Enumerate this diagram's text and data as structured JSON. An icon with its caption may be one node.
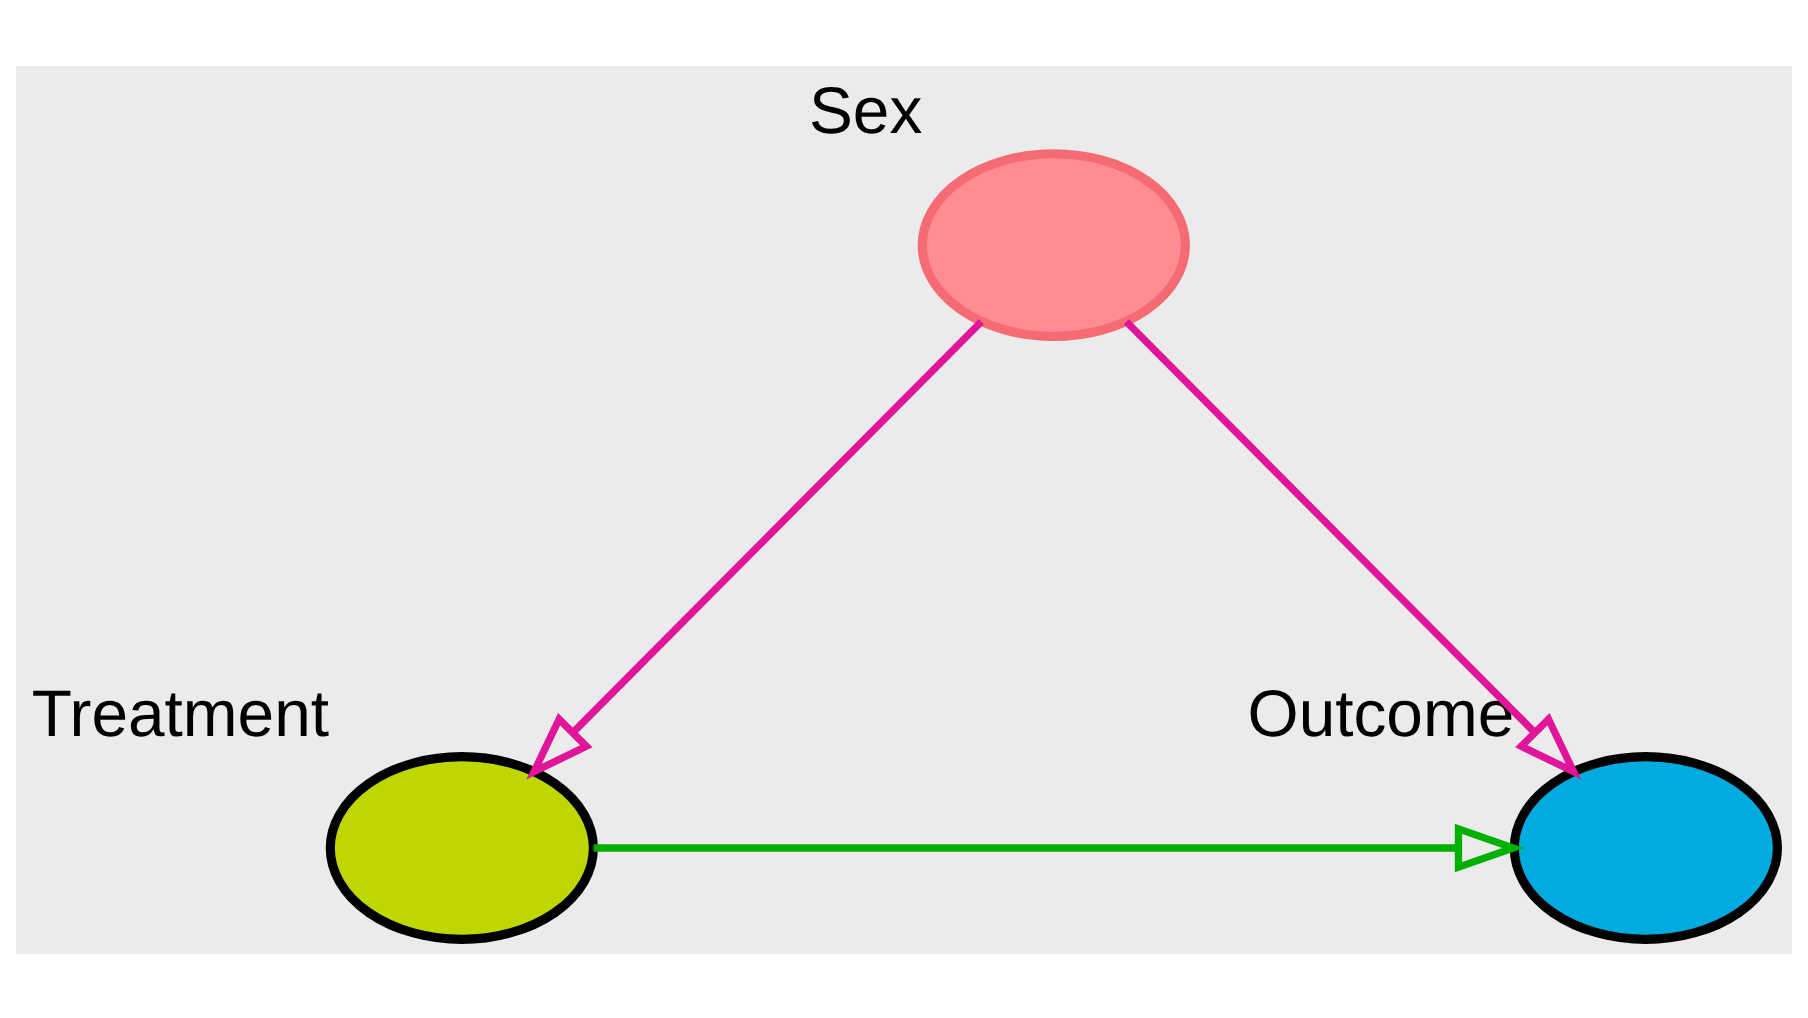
{
  "diagram": {
    "nodes": [
      {
        "text": [
          "Sex"
        ]
      },
      {
        "text": [
          "Treatment"
        ]
      },
      {
        "text": [
          "Outcome"
        ]
      }
    ],
    "edges": [
      {
        "from": 0,
        "to": 1,
        "arrow": "to"
      },
      {
        "from": 0,
        "to": 2,
        "arrow": "to"
      },
      {
        "from": 1,
        "to": 2,
        "arrow": "to",
        "color": "#00b000"
      }
    ]
  }
}
